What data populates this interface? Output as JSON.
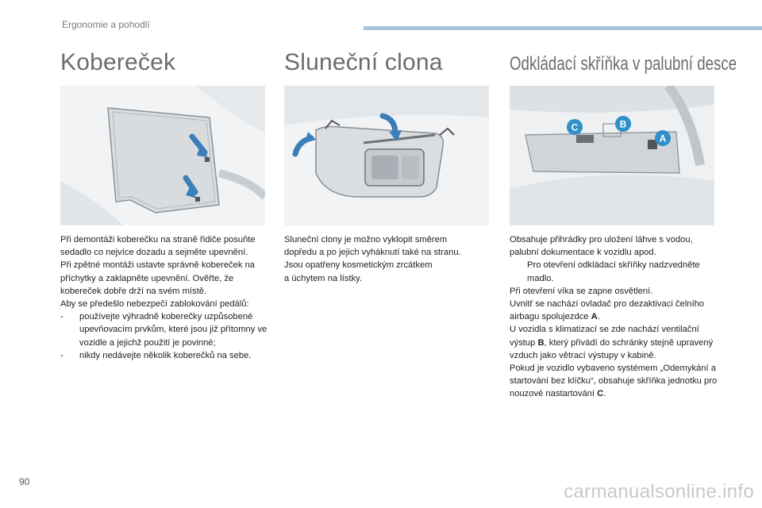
{
  "header": {
    "section": "Ergonomie a pohodlí"
  },
  "columns": [
    {
      "title": "Kobereček",
      "paragraphs": [
        "Při demontáži koberečku na straně řidiče posuňte sedadlo co nejvíce dozadu a sejměte upevnění.",
        "Při zpětné montáži ustavte správně kobereček na příchytky a zaklapněte upevnění. Ověřte, že kobereček dobře drží na svém místě.",
        "Aby se předešlo nebezpečí zablokování pedálů:"
      ],
      "list_marker": "-",
      "list": [
        "používejte výhradně koberečky uzpůsobené upevňovacím prvkům, které jsou již přítomny ve vozidle a jejichž použití je povinné;",
        "nikdy nedávejte několik koberečků na sebe."
      ]
    },
    {
      "title": "Sluneční clona",
      "lines": [
        "Sluneční clony je možno vyklopit směrem",
        "dopředu a po jejich vyháknutí také na stranu.",
        "Jsou opatřeny kosmetickým zrcátkem",
        "a úchytem na lístky."
      ]
    },
    {
      "title": "Odkládací skříňka v palubní desce",
      "intro": "Obsahuje přihrádky pro uložení láhve s vodou, palubní dokumentace k vozidlu apod.",
      "bullet_marker": "",
      "bullet": "Pro otevření odkládací skříňky nadzvedněte madlo.",
      "p2": "Při otevření víka se zapne osvětlení.",
      "p3": "Uvnitř se nachází ovladač pro dezaktivaci čelního airbagu spolujezdce",
      "p3_bold": "A",
      "p3_end": ".",
      "p4_a": "U vozidla s klimatizací se zde nachází ventilační výstup",
      "p4_bold": "B",
      "p4_b": ", který přivádí do schránky stejně upravený vzduch jako větrací výstupy v kabině.",
      "p5": "Pokud je vozidlo vybaveno systémem „Odemykání a startování bez klíčku“, obsahuje skříňka jednotku pro nouzové nastartování",
      "p5_bold": "C",
      "p5_end": ".",
      "labels": {
        "a": "A",
        "b": "B",
        "c": "C"
      }
    }
  ],
  "footer": {
    "page_number": "90",
    "watermark": "carmanualsonline.info"
  },
  "colors": {
    "accent_bar": "#a9c3d9",
    "callout_circle": "#2e8fc9",
    "arrow": "#3b7fb8"
  }
}
